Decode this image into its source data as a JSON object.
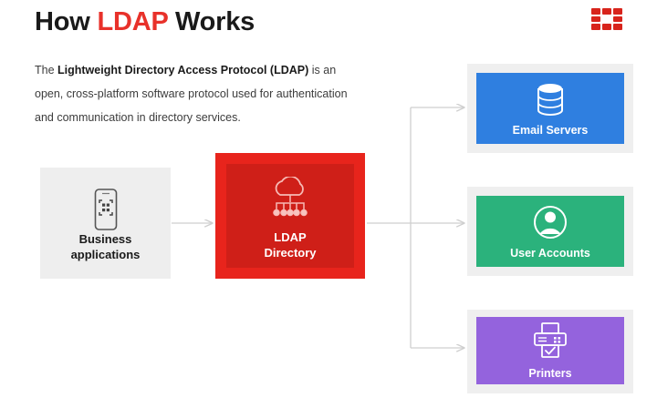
{
  "header": {
    "title_part1": "How ",
    "title_accent": "LDAP",
    "title_part2": " Works",
    "logo_name": "red-grid-logo"
  },
  "intro": {
    "lead": "The ",
    "bold": "Lightweight Directory Access Protocol (LDAP)",
    "rest": " is an open, cross-platform software protocol used for authentication and communication in directory services."
  },
  "diagram": {
    "source": {
      "label_line1": "Business",
      "label_line2": "applications",
      "icon": "smartphone-apps-icon",
      "bg": "#eeeeee",
      "text_color": "#1a1a1a"
    },
    "hub": {
      "label_line1": "LDAP",
      "label_line2": "Directory",
      "icon": "cloud-directory-tree-icon",
      "bg_outer": "#e8241c",
      "bg_inner": "#cf1f18",
      "text_color": "#ffffff"
    },
    "targets": [
      {
        "label": "Email Servers",
        "icon": "database-cylinder-icon",
        "bg": "#2f7fe0",
        "backing": "#efefef"
      },
      {
        "label": "User Accounts",
        "icon": "user-avatar-circle-icon",
        "bg": "#2bb27c",
        "backing": "#efefef"
      },
      {
        "label": "Printers",
        "icon": "printer-icon",
        "bg": "#9463dd",
        "backing": "#efefef"
      }
    ],
    "connector_color": "#cfcfcf"
  }
}
